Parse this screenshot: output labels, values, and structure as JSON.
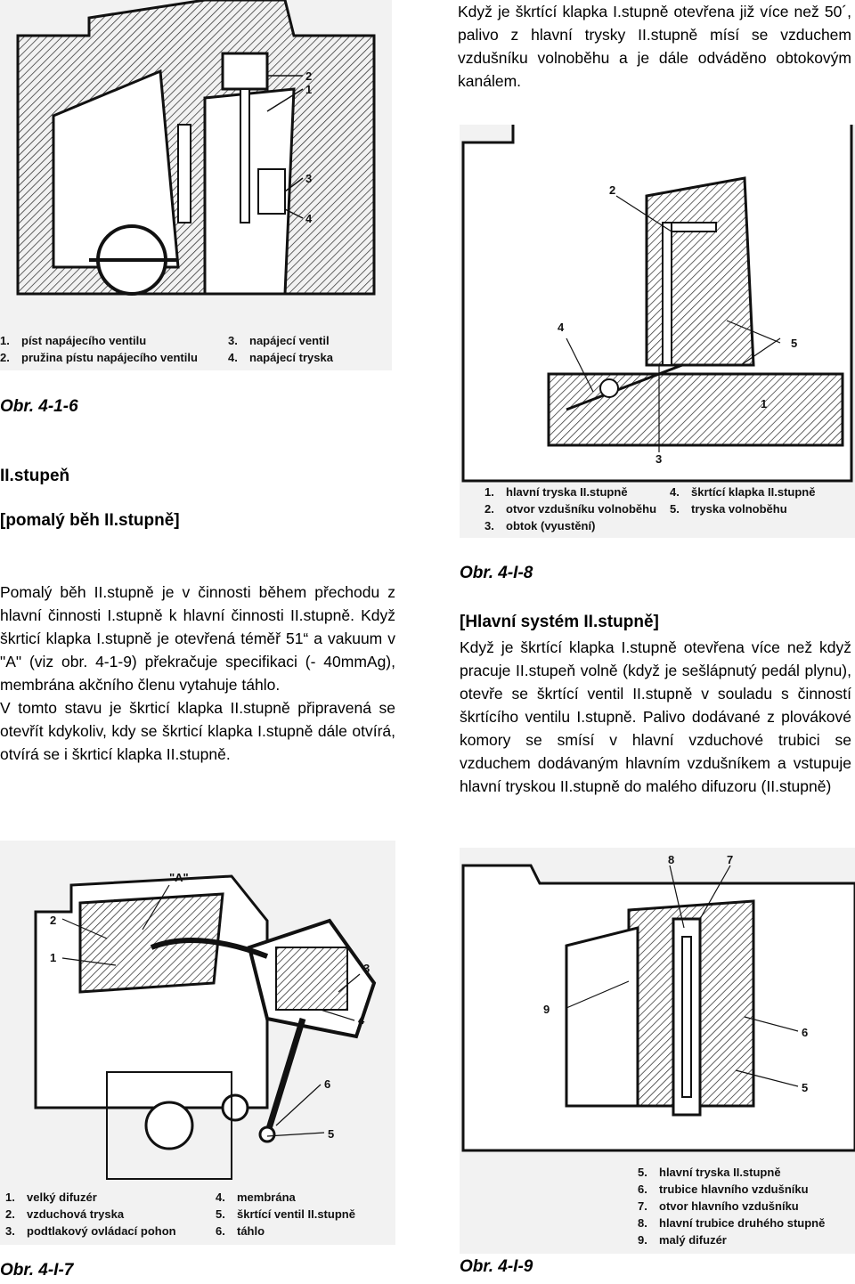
{
  "top_right": {
    "text": "Když je škrtící klapka I.stupně otevřena již více než 50´, palivo z hlavní trysky II.stupně mísí se vzduchem vzdušníku volnoběhu a je dále odváděno obtokovým kanálem."
  },
  "fig_1_6": {
    "caption": "Obr. 4-1-6",
    "callouts": [
      "1",
      "2",
      "3",
      "4"
    ],
    "legend": [
      {
        "num": "1.",
        "text": "píst napájecího ventilu"
      },
      {
        "num": "2.",
        "text": "pružina pístu napájecího ventilu"
      },
      {
        "num": "3.",
        "text": "napájecí ventil"
      },
      {
        "num": "4.",
        "text": "napájecí tryska"
      }
    ]
  },
  "fig_1_8": {
    "caption": "Obr. 4-I-8",
    "callouts": [
      "1",
      "2",
      "3",
      "4",
      "5"
    ],
    "legend": [
      {
        "num": "1.",
        "text": "hlavní tryska II.stupně"
      },
      {
        "num": "2.",
        "text": "otvor vzdušníku volnoběhu"
      },
      {
        "num": "3.",
        "text": "obtok (vyustění)"
      },
      {
        "num": "4.",
        "text": "škrtící klapka II.stupně"
      },
      {
        "num": "5.",
        "text": "tryska volnoběhu"
      }
    ]
  },
  "left_section": {
    "heading1": "II.stupeň",
    "heading2": "[pomalý běh II.stupně]",
    "paragraphs": [
      "Pomalý běh II.stupně je v činnosti během přechodu z hlavní činnosti I.stupně k hlavní činnosti II.stupně. Když škrticí klapka I.stupně je otevřená téměř 51“ a vakuum v \"A\" (viz obr. 4-1-9) překračuje specifikaci (- 40mmAg), membrána akčního členu vytahuje táhlo.",
      "V tomto stavu je škrticí klapka II.stupně připravená se otevřít kdykoliv, kdy se škrticí klapka I.stupně dále otvírá, otvírá se i škrticí klapka II.stupně."
    ]
  },
  "right_section": {
    "heading": "[Hlavní systém II.stupně]",
    "paragraph": "Když je škrtící klapka I.stupně otevřena více než když pracuje II.stupeň volně (když je sešlápnutý pedál plynu), otevře se škrtící ventil II.stupně v souladu s činností škrtícího ventilu I.stupně. Palivo dodávané z plovákové komory se smísí v hlavní vzduchové trubici se vzduchem dodávaným hlavním vzdušníkem a vstupuje hlavní tryskou II.stupně do malého difuzoru (II.stupně)"
  },
  "fig_1_7": {
    "caption": "Obr. 4-I-7",
    "label_a": "\"A\"",
    "callouts": [
      "1",
      "2",
      "3",
      "4",
      "5",
      "6"
    ],
    "legend": [
      {
        "num": "1.",
        "text": "velký difuzér"
      },
      {
        "num": "2.",
        "text": "vzduchová tryska"
      },
      {
        "num": "3.",
        "text": "podtlakový ovládací pohon"
      },
      {
        "num": "4.",
        "text": "membrána"
      },
      {
        "num": "5.",
        "text": "škrtící ventil II.stupně"
      },
      {
        "num": "6.",
        "text": "táhlo"
      }
    ]
  },
  "fig_1_9": {
    "caption": "Obr. 4-I-9",
    "callouts": [
      "5",
      "6",
      "7",
      "8",
      "9"
    ],
    "legend": [
      {
        "num": "5.",
        "text": "hlavní tryska II.stupně"
      },
      {
        "num": "6.",
        "text": "trubice hlavního vzdušníku"
      },
      {
        "num": "7.",
        "text": "otvor hlavního vzdušníku"
      },
      {
        "num": "8.",
        "text": "hlavní trubice druhého stupně"
      },
      {
        "num": "9.",
        "text": "malý difuzér"
      }
    ]
  }
}
